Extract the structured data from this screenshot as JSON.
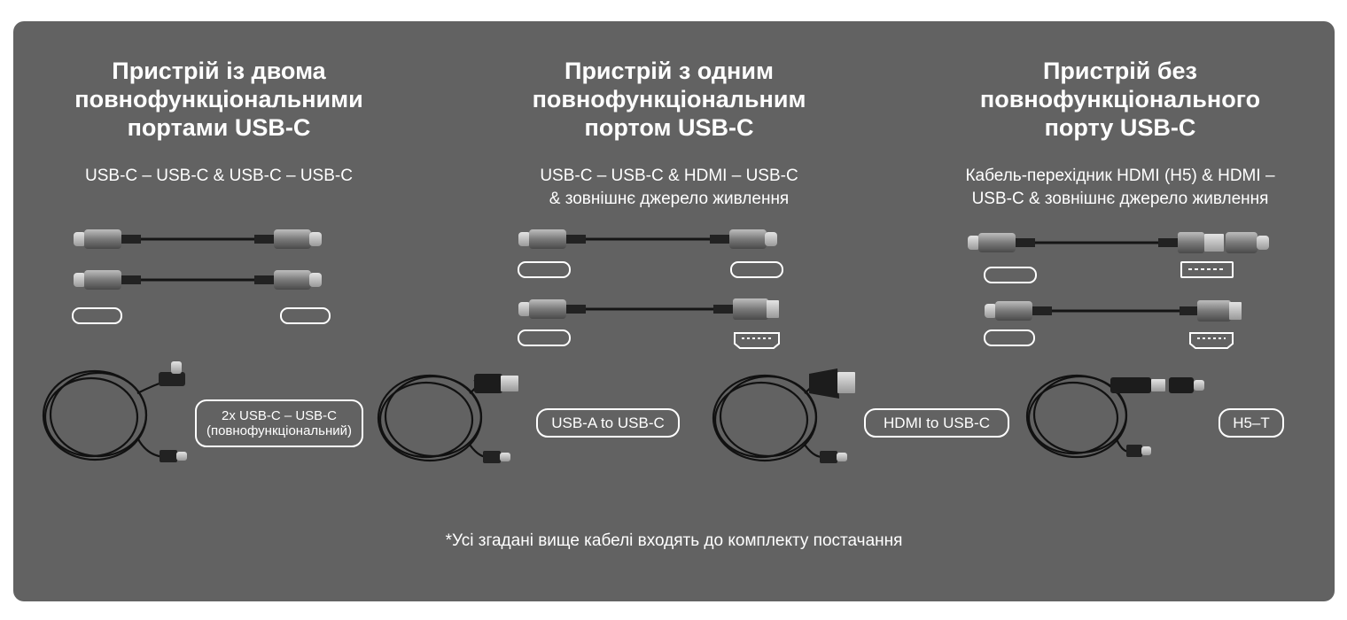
{
  "columns": [
    {
      "title_lines": [
        "Пристрій із двома",
        "повнофункціональними",
        "портами USB-C"
      ],
      "subtitle_lines": [
        "USB-C – USB-C & USB-C – USB-C"
      ]
    },
    {
      "title_lines": [
        "Пристрій з одним",
        "повнофункціональним",
        "портом USB-C"
      ],
      "subtitle_lines": [
        "USB-C – USB-C & HDMI – USB-C",
        "& зовнішнє джерело живлення"
      ]
    },
    {
      "title_lines": [
        "Пристрій без",
        "повнофункціонального",
        "порту USB-C"
      ],
      "subtitle_lines": [
        "Кабель-перехідник HDMI (H5) & HDMI –",
        "USB-C & зовнішнє джерело живлення"
      ]
    }
  ],
  "cable_labels": [
    {
      "lines": [
        "2x USB-C – USB-C",
        "(повнофункціональний)"
      ]
    },
    {
      "lines": [
        "USB-A to USB-C"
      ]
    },
    {
      "lines": [
        "HDMI to USB-C"
      ]
    },
    {
      "lines": [
        "H5–T"
      ]
    }
  ],
  "footnote": "*Усі згадані вище кабелі входять до комплекту постачання",
  "colors": {
    "panel": "#626262",
    "text": "#ffffff",
    "connector": "#8a8a8a",
    "cable": "#1a1a1a"
  },
  "icons": [
    "usb-c-cable-icon",
    "hdmi-cable-icon",
    "usb-c-port-icon",
    "hdmi-port-icon",
    "usb-a-port-icon",
    "coiled-cable-icon"
  ]
}
